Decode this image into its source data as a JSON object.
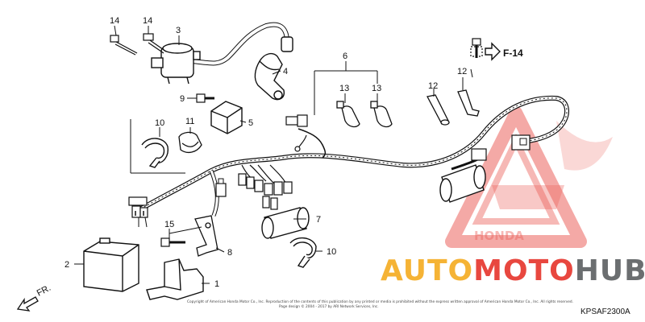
{
  "diagram": {
    "part_numbers": {
      "p1": "1",
      "p2": "2",
      "p3": "3",
      "p4": "4",
      "p5": "5",
      "p6": "6",
      "p7": "7",
      "p8": "8",
      "p9": "9",
      "p10a": "10",
      "p10b": "10",
      "p11": "11",
      "p12a": "12",
      "p12b": "12",
      "p13a": "13",
      "p13b": "13",
      "p14a": "14",
      "p14b": "14",
      "p15": "15"
    },
    "reference": "F-14",
    "front_marker": "FR.",
    "diagram_code": "KPSAF2300A",
    "copyright_line1": "Copyright of American Honda Motor Co., Inc. Reproduction of the contents of this publication by any printed or media is prohibited without the express written approval of American Honda Motor Co., Inc. All rights reserved.",
    "copyright_line2": "Page design © 2004 - 2017 by ARI Network Services, Inc."
  },
  "watermark": {
    "brand_part1": "AUTO",
    "brand_part2": "MOTO",
    "brand_part3": "HUB",
    "logo_text": "HONDA",
    "colors": {
      "orange": "#f5b335",
      "red": "#e8473f",
      "gray": "#6b6e70"
    }
  }
}
